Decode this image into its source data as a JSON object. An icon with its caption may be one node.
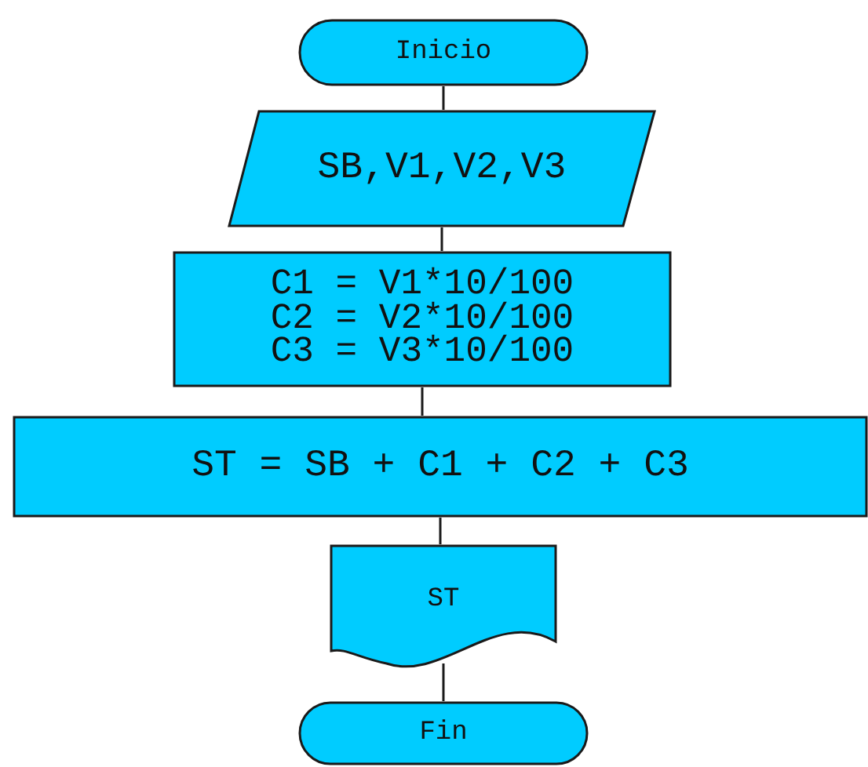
{
  "diagram": {
    "nodes": [
      {
        "text": [
          "Inicio"
        ]
      },
      {
        "text": [
          "SB,V1,V2,V3"
        ]
      },
      {
        "text": [
          "C1 = V1*10/100",
          "C2 = V2*10/100",
          "C3 = V3*10/100"
        ]
      },
      {
        "text": [
          "ST = SB + C1 + C2 + C3"
        ]
      },
      {
        "text": [
          "ST"
        ]
      },
      {
        "text": [
          "Fin"
        ]
      }
    ],
    "edges": [
      {
        "from": 0,
        "to": 1,
        "arrow": "none"
      },
      {
        "from": 1,
        "to": 2,
        "arrow": "none"
      },
      {
        "from": 2,
        "to": 3,
        "arrow": "none"
      },
      {
        "from": 3,
        "to": 4,
        "arrow": "none"
      },
      {
        "from": 4,
        "to": 5,
        "arrow": "none"
      }
    ]
  }
}
